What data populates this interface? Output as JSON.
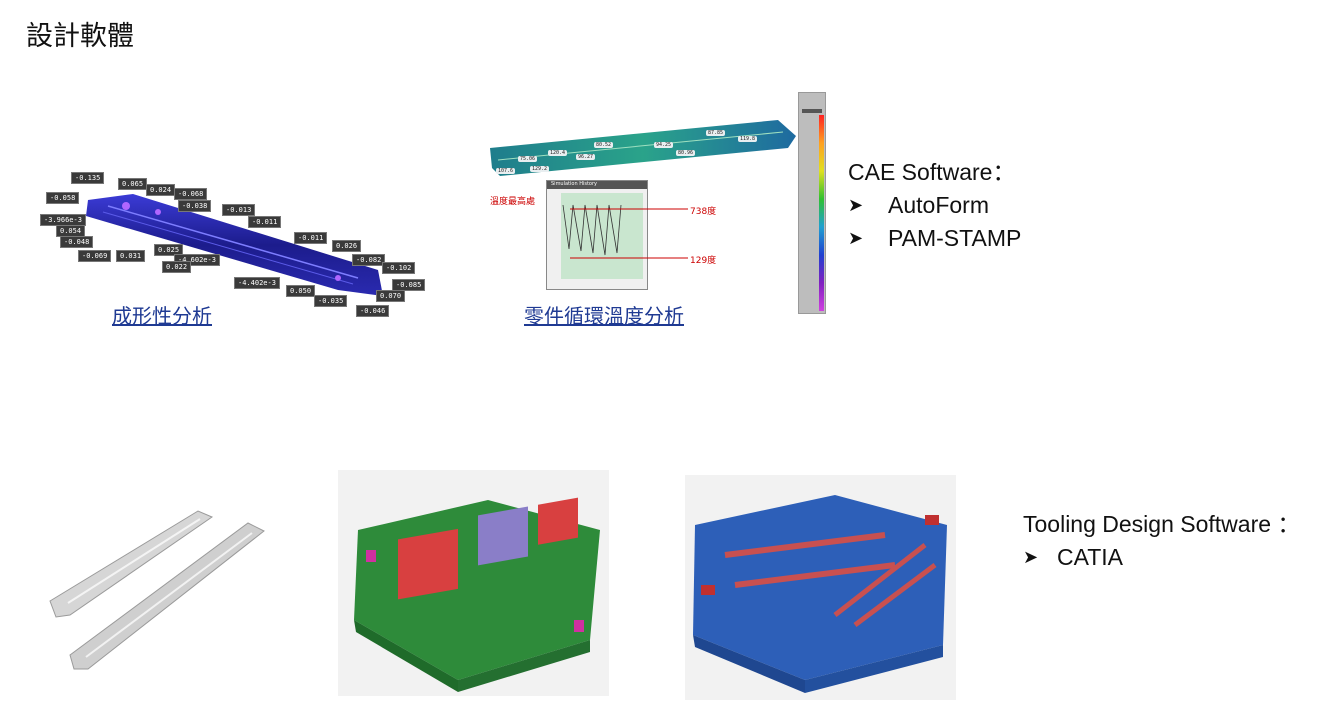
{
  "page": {
    "title": "設計軟體"
  },
  "cae": {
    "heading": "CAE Software：",
    "items": [
      "AutoForm",
      "PAM-STAMP"
    ]
  },
  "tooling": {
    "heading": "Tooling Design Software ：",
    "items": [
      "CATIA"
    ]
  },
  "figures": {
    "forming": {
      "caption": "成形性分析",
      "labels": [
        "-0.135",
        "0.065",
        "0.024",
        "-0.068",
        "-0.058",
        "-0.038",
        "-0.013",
        "-3.966e-3",
        "-0.011",
        "0.054",
        "-0.048",
        "0.025",
        "-4.602e-3",
        "-0.069",
        "0.031",
        "0.022",
        "-0.011",
        "0.026",
        "-0.082",
        "-0.102",
        "-4.402e-3",
        "0.050",
        "-0.035",
        "0.070",
        "-0.085",
        "-0.046"
      ]
    },
    "thermal": {
      "caption": "零件循環溫度分析",
      "max_note": "溫度最高處",
      "panel_title": "Simulation History",
      "high_temp": "738度",
      "low_temp": "129度"
    }
  },
  "colors": {
    "link": "#1f3a93",
    "die_green": "#2e8b3a",
    "die_blue": "#2d5fb8"
  }
}
